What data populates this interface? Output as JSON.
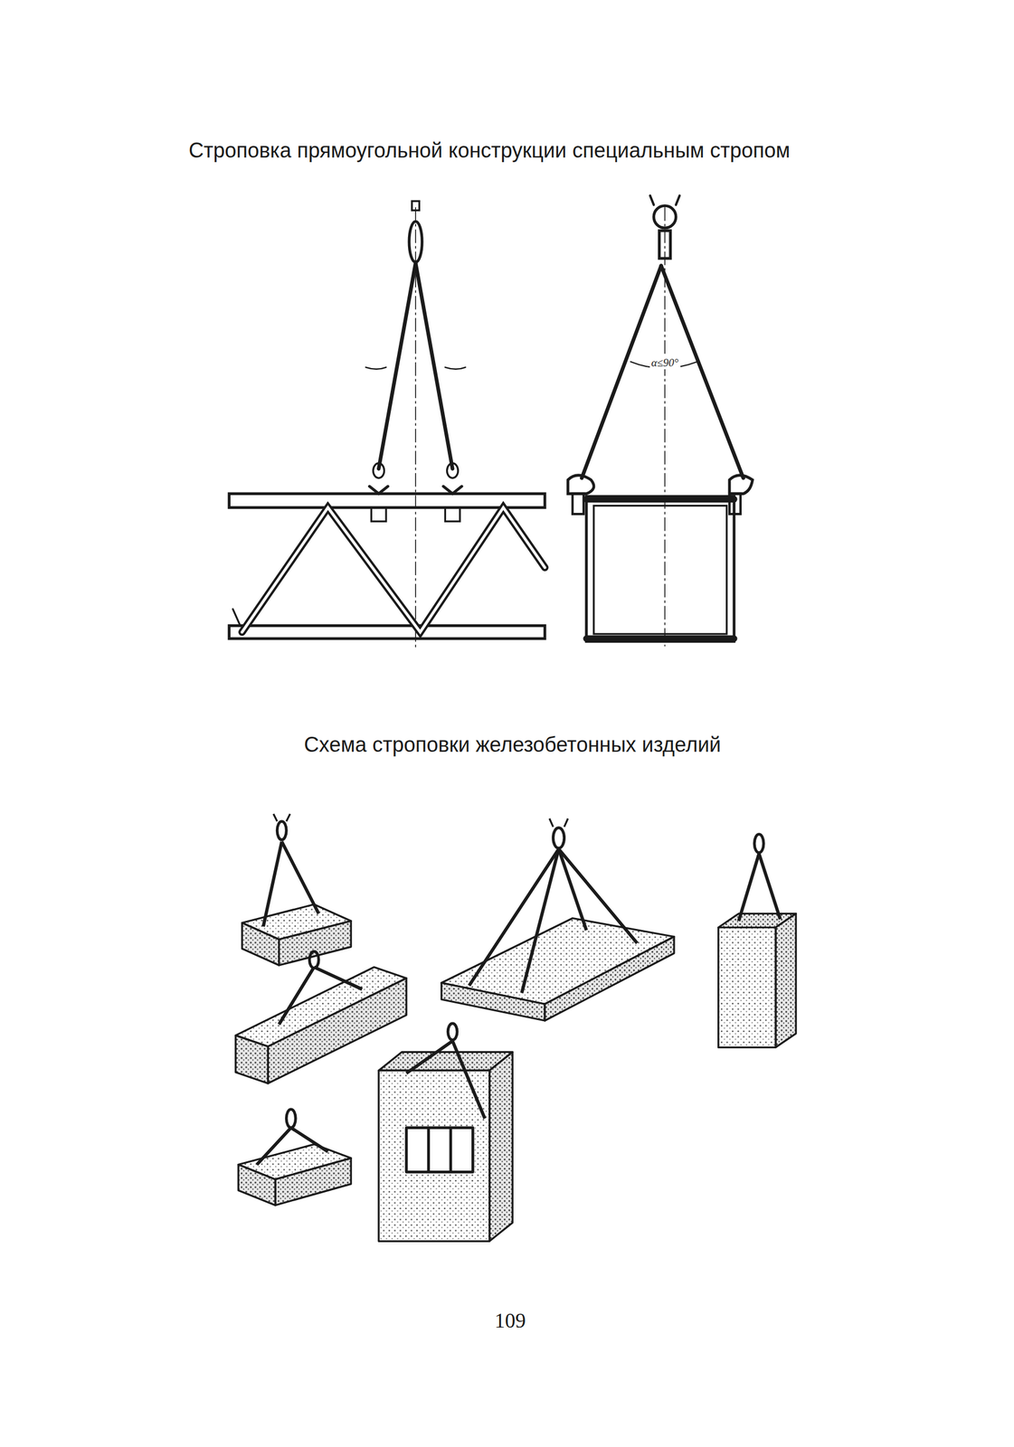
{
  "diagram": {
    "title": "Строповка прямоугольной конструкции специальным стропом",
    "labels": [
      "α≤90°",
      "Схема строповки железобетонных изделий",
      "109"
    ]
  }
}
